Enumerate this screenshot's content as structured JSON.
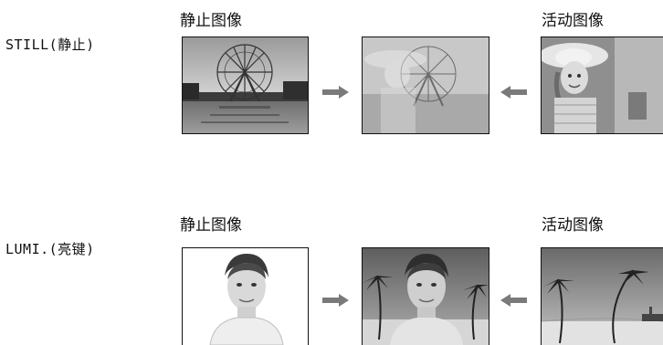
{
  "rows": [
    {
      "mode_label": "STILL(静止)",
      "still_caption": "静止图像",
      "motion_caption": "活动图像",
      "still_image": "ferris-wheel-lake-photo",
      "result_image": "ferris-wheel-and-child-overlay-photo",
      "motion_image": "child-in-sunhat-photo"
    },
    {
      "mode_label": "LUMI.(亮键)",
      "still_caption": "静止图像",
      "motion_caption": "活动图像",
      "still_image": "woman-portrait-white-background-photo",
      "result_image": "woman-portrait-over-palm-beach-photo",
      "motion_image": "palm-beach-photo"
    }
  ],
  "arrow_icon": "arrow-icon",
  "colors": {
    "arrow": "#7a7a7a",
    "frame": "#111111"
  }
}
